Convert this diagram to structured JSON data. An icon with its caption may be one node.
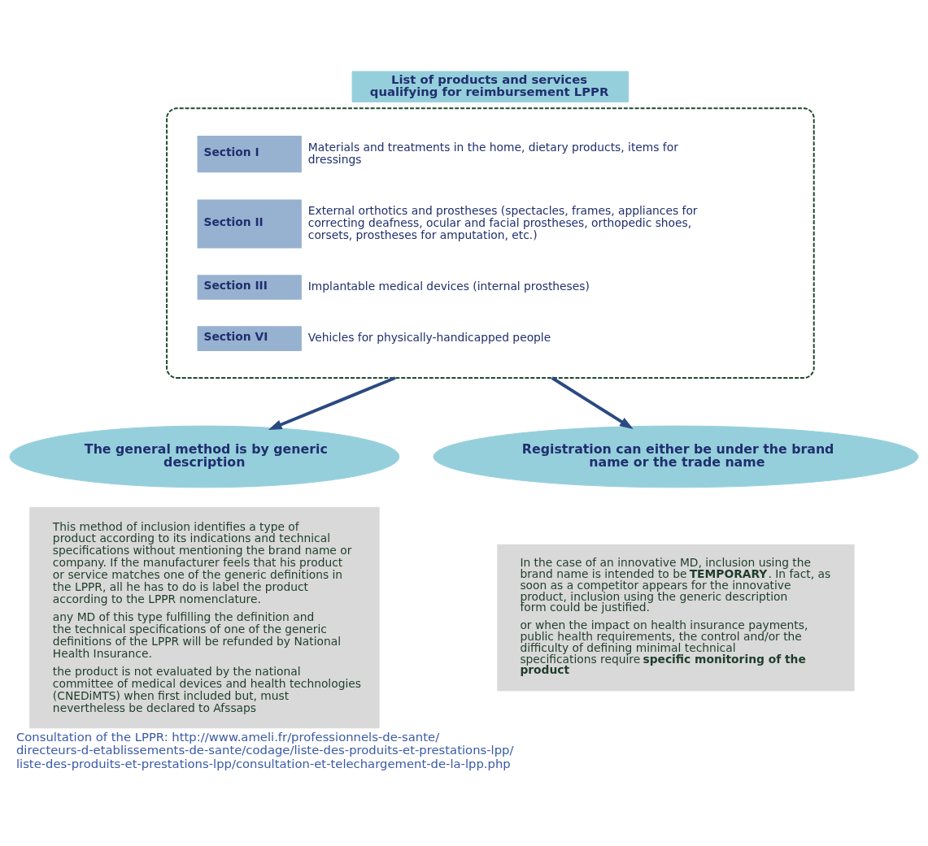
{
  "diagram": {
    "caption": "Consultation of the LPPR: http://www.ameli.fr/professionnels-de-sante/directeurs-d-etablissements-de-sante/codage/liste-des-produits-et-prestations-lpp/liste-des-produits-et-prestations-lpp/consultation-et-telechargement-de-la-lpp.php",
    "nodes": [
      {
        "text": [
          "List of products and services qualifying for reimbursement LPPR"
        ]
      },
      {
        "text": [],
        "shape": "ellipse"
      },
      {
        "text": [
          "Section I",
          "Materials and treatments in the home, dietary products, items for dressings"
        ],
        "in": 1
      },
      {
        "text": [
          "Section II",
          "External orthotics and prostheses (spectacles, frames, appliances for correcting deafness, ocular and facial prostheses, orthopedic shoes, corsets, prostheses for amputation, etc.)"
        ],
        "in": 1
      },
      {
        "text": [
          "Section III",
          "Implantable medical devices (internal prostheses)"
        ],
        "in": 1
      },
      {
        "text": [
          "Section VI",
          "Vehicles for physically-handicapped people"
        ],
        "in": 1
      },
      {
        "text": [
          "The general method is by generic description"
        ]
      },
      {
        "text": [
          "This method of inclusion identifies a type of product according to its indications and technical specifications without mentioning the brand name or company. If the manufacturer feels that his product or service matches one of the generic definitions in the LPPR, all he has to do is label the product according to the LPPR nomenclature.",
          "any MD of this type fulfilling the definition and the technical specifications of one of the generic definitions of the LPPR will be refunded by National Health Insurance.",
          "the product is not evaluated by the national committee of medical devices and health technologies (CNEDiMTS) when first included but, must nevertheless be declared to Afssaps"
        ]
      },
      {
        "text": [
          "Registration can either be under the brand name or the trade name"
        ]
      },
      {
        "text": [
          "In the case of an innovative MD, inclusion using the brand name is intended to be **TEMPORARY**. In fact, as soon as a competitor appears for the innovative product, inclusion using the generic description form could be justified.",
          "or when the impact on health insurance payments, public health requirements, the control and/or the difficulty of defining minimal technical specifications require **specific monitoring of the product**"
        ]
      }
    ],
    "edges": [
      {
        "from": 1,
        "to": 6,
        "arrow": "to"
      },
      {
        "from": 1,
        "to": 8,
        "arrow": "to"
      }
    ]
  }
}
